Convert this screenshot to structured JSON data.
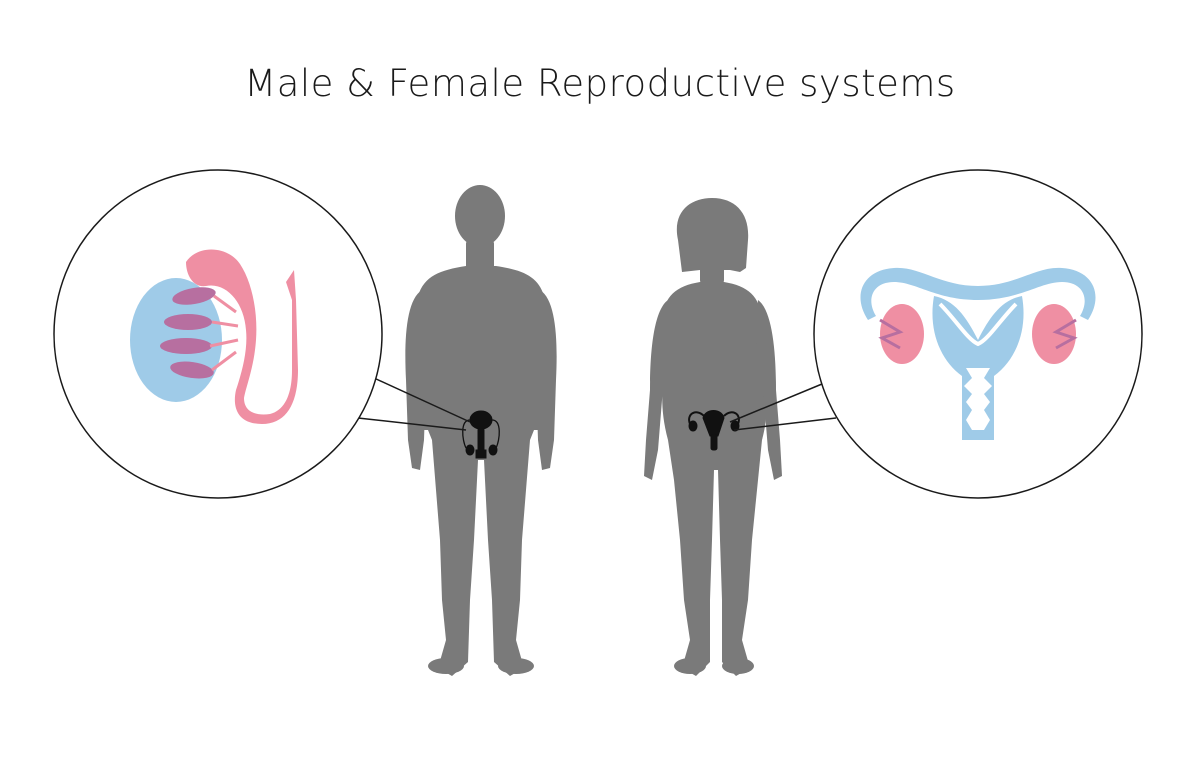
{
  "title": "Male & Female Reproductive systems",
  "colors": {
    "silhouette": "#7a7a7a",
    "organ_blue": "#9fcbe8",
    "organ_pink": "#ef8fa3",
    "organ_overlap": "#b76fa0",
    "outline": "#1a1a1a",
    "organ_icon": "#111111"
  },
  "figures": [
    {
      "name": "male-silhouette",
      "icon": "male-body"
    },
    {
      "name": "female-silhouette",
      "icon": "female-body"
    }
  ],
  "callouts": [
    {
      "name": "male-callout",
      "icon": "testis-epididymis"
    },
    {
      "name": "female-callout",
      "icon": "uterus-ovaries"
    }
  ]
}
